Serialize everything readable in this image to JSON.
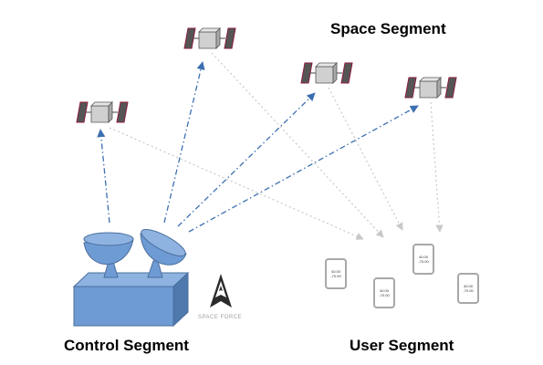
{
  "labels": {
    "space_segment": "Space Segment",
    "control_segment": "Control Segment",
    "user_segment": "User Segment"
  },
  "logo": {
    "caption": "SPACE FORCE"
  },
  "receivers": [
    {
      "line1": "40.00",
      "line2": "-70.00"
    },
    {
      "line1": "40.00",
      "line2": "-70.00"
    },
    {
      "line1": "40.00",
      "line2": "-70.00"
    },
    {
      "line1": "40.00",
      "line2": "-70.00"
    }
  ],
  "colors": {
    "uplink": "#3b6fb0",
    "downlink": "#c8c8c8",
    "ground_station": "#5b8ac6",
    "satellite_body": "#d0d0d0",
    "solar_panel": "#555555"
  }
}
